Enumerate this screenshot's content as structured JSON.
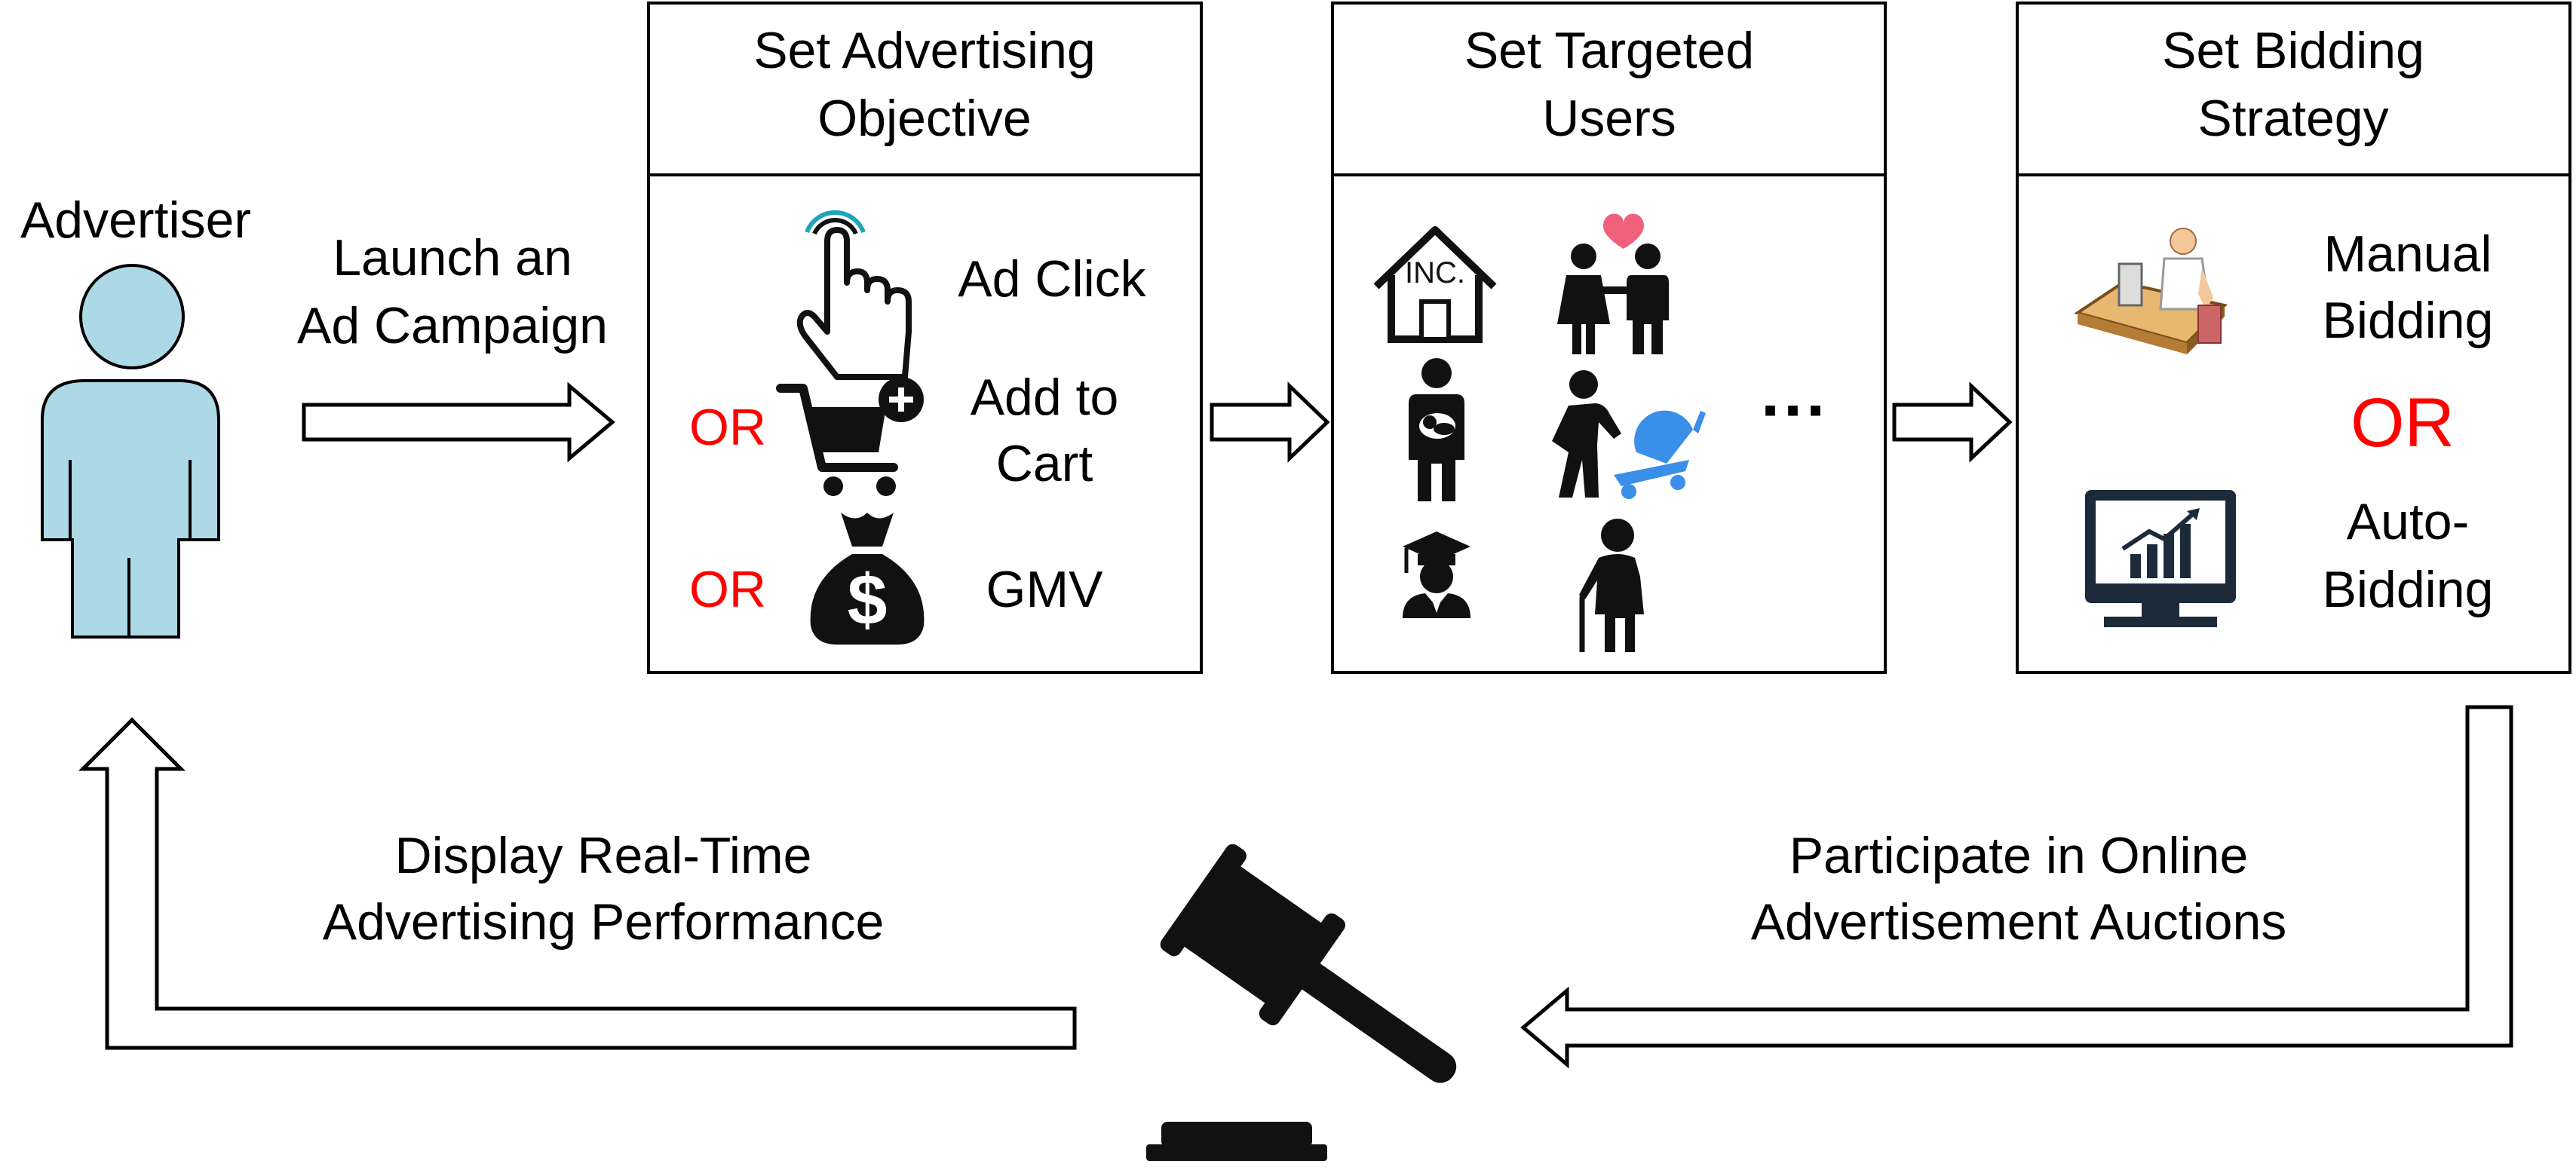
{
  "colors": {
    "accent_or": "#ff0000",
    "advertiser_fill": "#add8e6",
    "heart": "#f0607a",
    "stroller": "#3a8fe8",
    "stroke": "#000000"
  },
  "advertiser": {
    "label": "Advertiser",
    "icon": "person-icon"
  },
  "launch_arrow": {
    "line1": "Launch an",
    "line2": "Ad Campaign"
  },
  "objective": {
    "title1": "Set Advertising",
    "title2": "Objective",
    "options": [
      {
        "prefix": "",
        "label1": "Ad Click",
        "label2": "",
        "icon": "tap-hand-icon"
      },
      {
        "prefix": "OR",
        "label1": "Add to",
        "label2": "Cart",
        "icon": "cart-plus-icon"
      },
      {
        "prefix": "OR",
        "label1": "GMV",
        "label2": "",
        "icon": "money-bag-icon"
      }
    ]
  },
  "targeted": {
    "title1": "Set Targeted",
    "title2": "Users",
    "house_text": "INC.",
    "more": "···",
    "icons": [
      "income-house-icon",
      "couple-heart-icon",
      "mother-baby-icon",
      "parent-stroller-icon",
      "graduate-icon",
      "elderly-icon"
    ]
  },
  "bidding": {
    "title1": "Set Bidding",
    "title2": "Strategy",
    "manual1": "Manual",
    "manual2": "Bidding",
    "or": "OR",
    "auto1": "Auto-",
    "auto2": "Bidding",
    "icons": [
      "desk-worker-icon",
      "monitor-chart-icon"
    ]
  },
  "bottom": {
    "right_line1": "Participate in Online",
    "right_line2": "Advertisement Auctions",
    "left_line1": "Display Real-Time",
    "left_line2": "Advertising Performance",
    "icon": "gavel-icon"
  }
}
